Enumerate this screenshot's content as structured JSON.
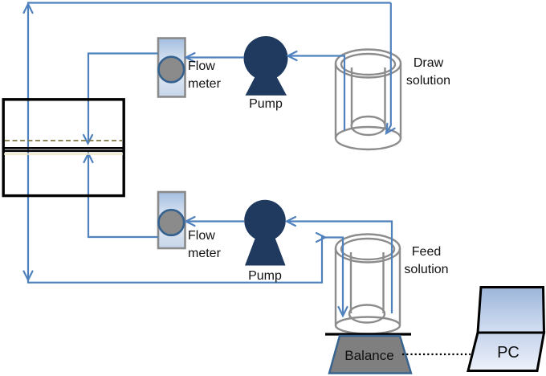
{
  "diagram": {
    "type": "process-flow-schematic",
    "description": "Forward osmosis bench setup: membrane cell fed by two recirculation loops (draw and feed), each with pump and flow meter; feed vessel sits on a balance logged by a PC"
  },
  "labels": {
    "flow_meter_top": "Flow\nmeter",
    "flow_meter_bottom": "Flow\nmeter",
    "pump_top": "Pump",
    "pump_bottom": "Pump",
    "draw_solution": "Draw\nsolution",
    "feed_solution": "Feed\nsolution",
    "balance": "Balance",
    "pc": "PC"
  },
  "colors": {
    "tubing_blue": "#4f81bd",
    "pump_navy": "#1f3a5e",
    "meter_border_gray": "#8a8a8a",
    "meter_rotor_gray": "#8b8b8b",
    "meter_rotor_ring_blue": "#35618f",
    "vessel_gray": "#8c8c8c",
    "membrane_dashed_olive": "#7e7944",
    "membrane_support_cream": "#ece5c0",
    "cell_border_black": "#000000",
    "balance_body_gray": "#7f7f7f",
    "balance_border_blue": "#36638f",
    "laptop_screen_blue_top": "#9cb5d9",
    "laptop_screen_blue_bottom": "#d3dff2"
  }
}
